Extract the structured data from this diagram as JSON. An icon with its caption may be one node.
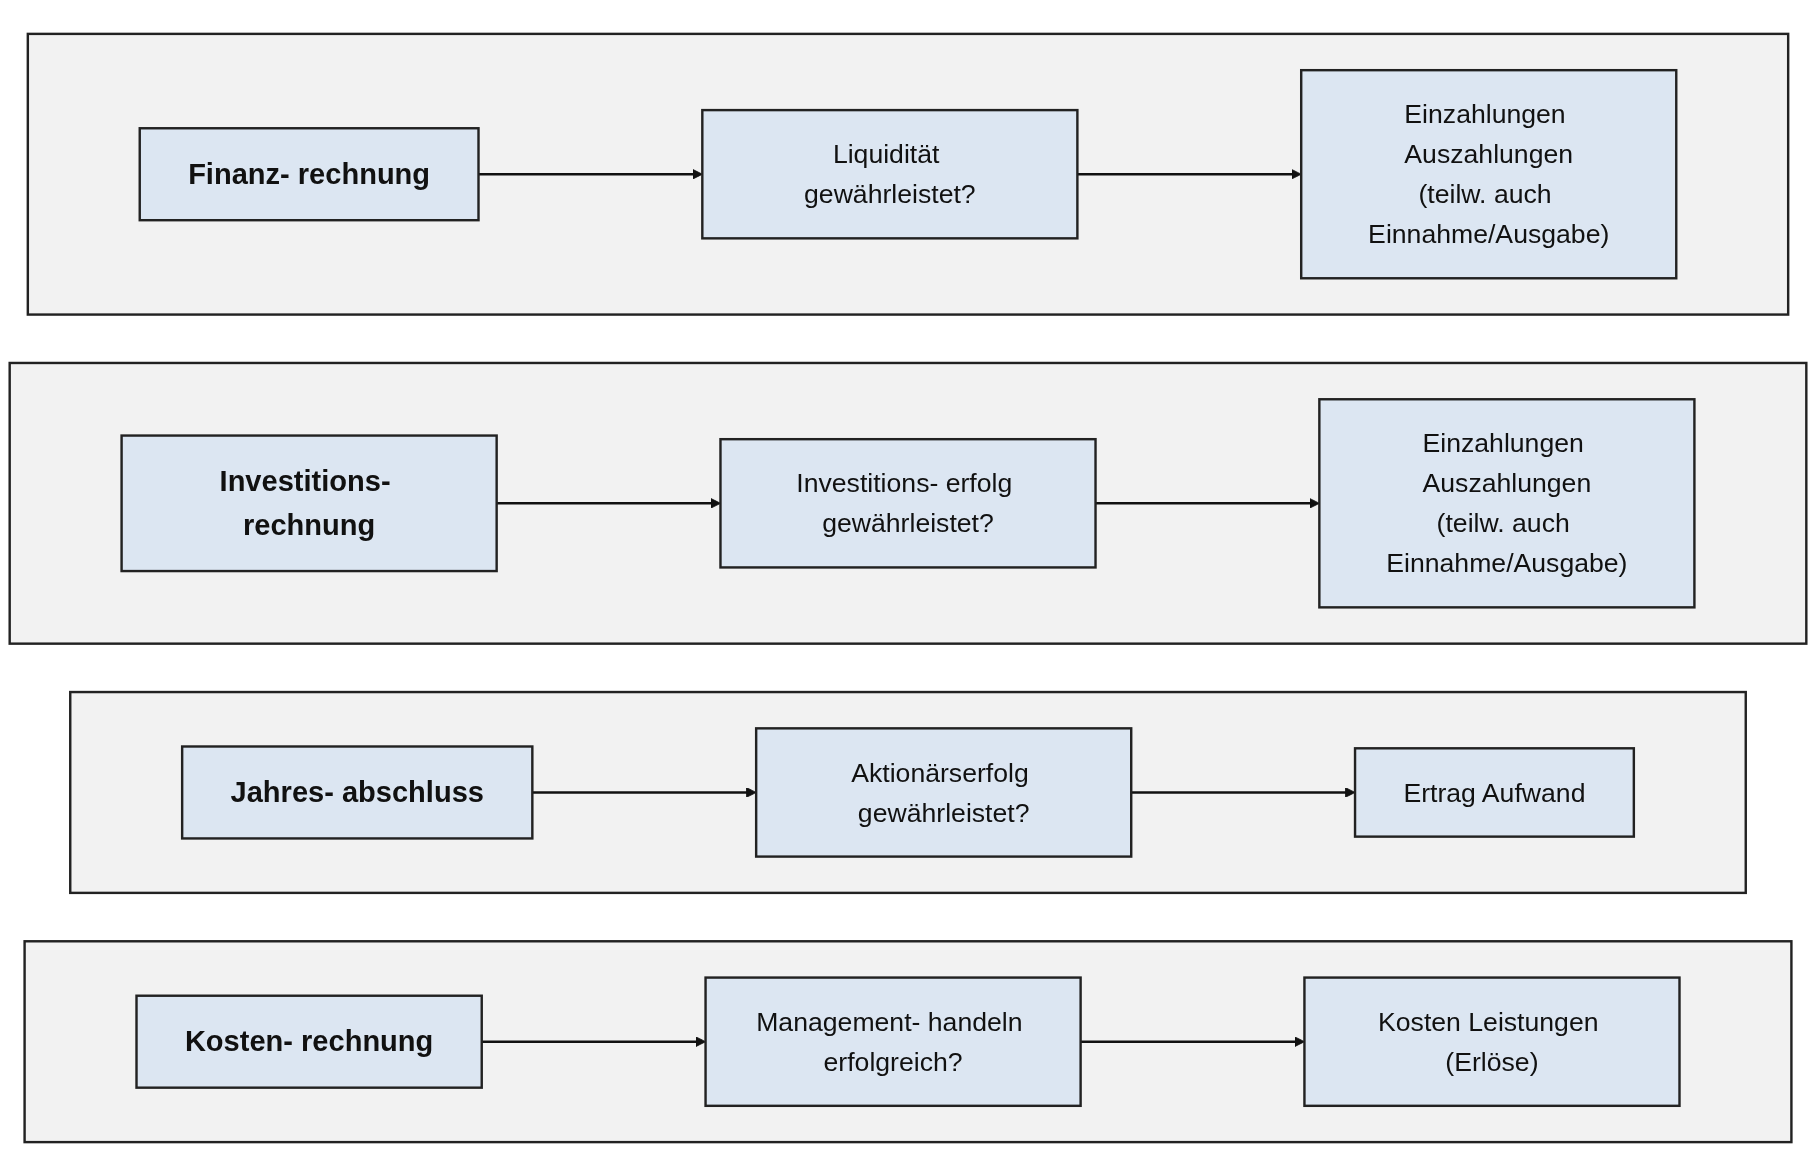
{
  "diagram": {
    "nodes": [
      {
        "text": [],
        "shape": "box"
      },
      {
        "text": [
          "Finanz- rechnung"
        ],
        "in": 0
      },
      {
        "text": [
          "Liquidität gewährleistet?"
        ],
        "in": 0
      },
      {
        "text": [
          "Einzahlungen Auszahlungen",
          "(teilw. auch Einnahme/Ausgabe)"
        ],
        "in": 0
      },
      {
        "text": [],
        "shape": "box"
      },
      {
        "text": [
          "Investitions- rechnung"
        ],
        "in": 4
      },
      {
        "text": [
          "Investitions- erfolg gewährleistet?"
        ],
        "in": 4
      },
      {
        "text": [
          "Einzahlungen Auszahlungen",
          "(teilw. auch Einnahme/Ausgabe)"
        ],
        "in": 4
      },
      {
        "text": [],
        "shape": "box"
      },
      {
        "text": [
          "Jahres- abschluss"
        ],
        "in": 8
      },
      {
        "text": [
          "Aktionärserfolg gewährleistet?"
        ],
        "in": 8
      },
      {
        "text": [
          "Ertrag Aufwand"
        ],
        "in": 8
      },
      {
        "text": [],
        "shape": "box"
      },
      {
        "text": [
          "Kosten- rechnung"
        ],
        "in": 12
      },
      {
        "text": [
          "Management- handeln erfolgreich?"
        ],
        "in": 12
      },
      {
        "text": [
          "Kosten Leistungen (Erlöse)"
        ],
        "in": 12
      }
    ],
    "edges": [
      {
        "from": 1,
        "to": 2,
        "arrow": "to"
      },
      {
        "from": 2,
        "to": 3,
        "arrow": "to"
      },
      {
        "from": 5,
        "to": 6,
        "arrow": "to"
      },
      {
        "from": 6,
        "to": 7,
        "arrow": "to"
      },
      {
        "from": 9,
        "to": 10,
        "arrow": "to"
      },
      {
        "from": 10,
        "to": 11,
        "arrow": "to"
      },
      {
        "from": 13,
        "to": 14,
        "arrow": "to"
      },
      {
        "from": 14,
        "to": 15,
        "arrow": "to"
      }
    ]
  }
}
